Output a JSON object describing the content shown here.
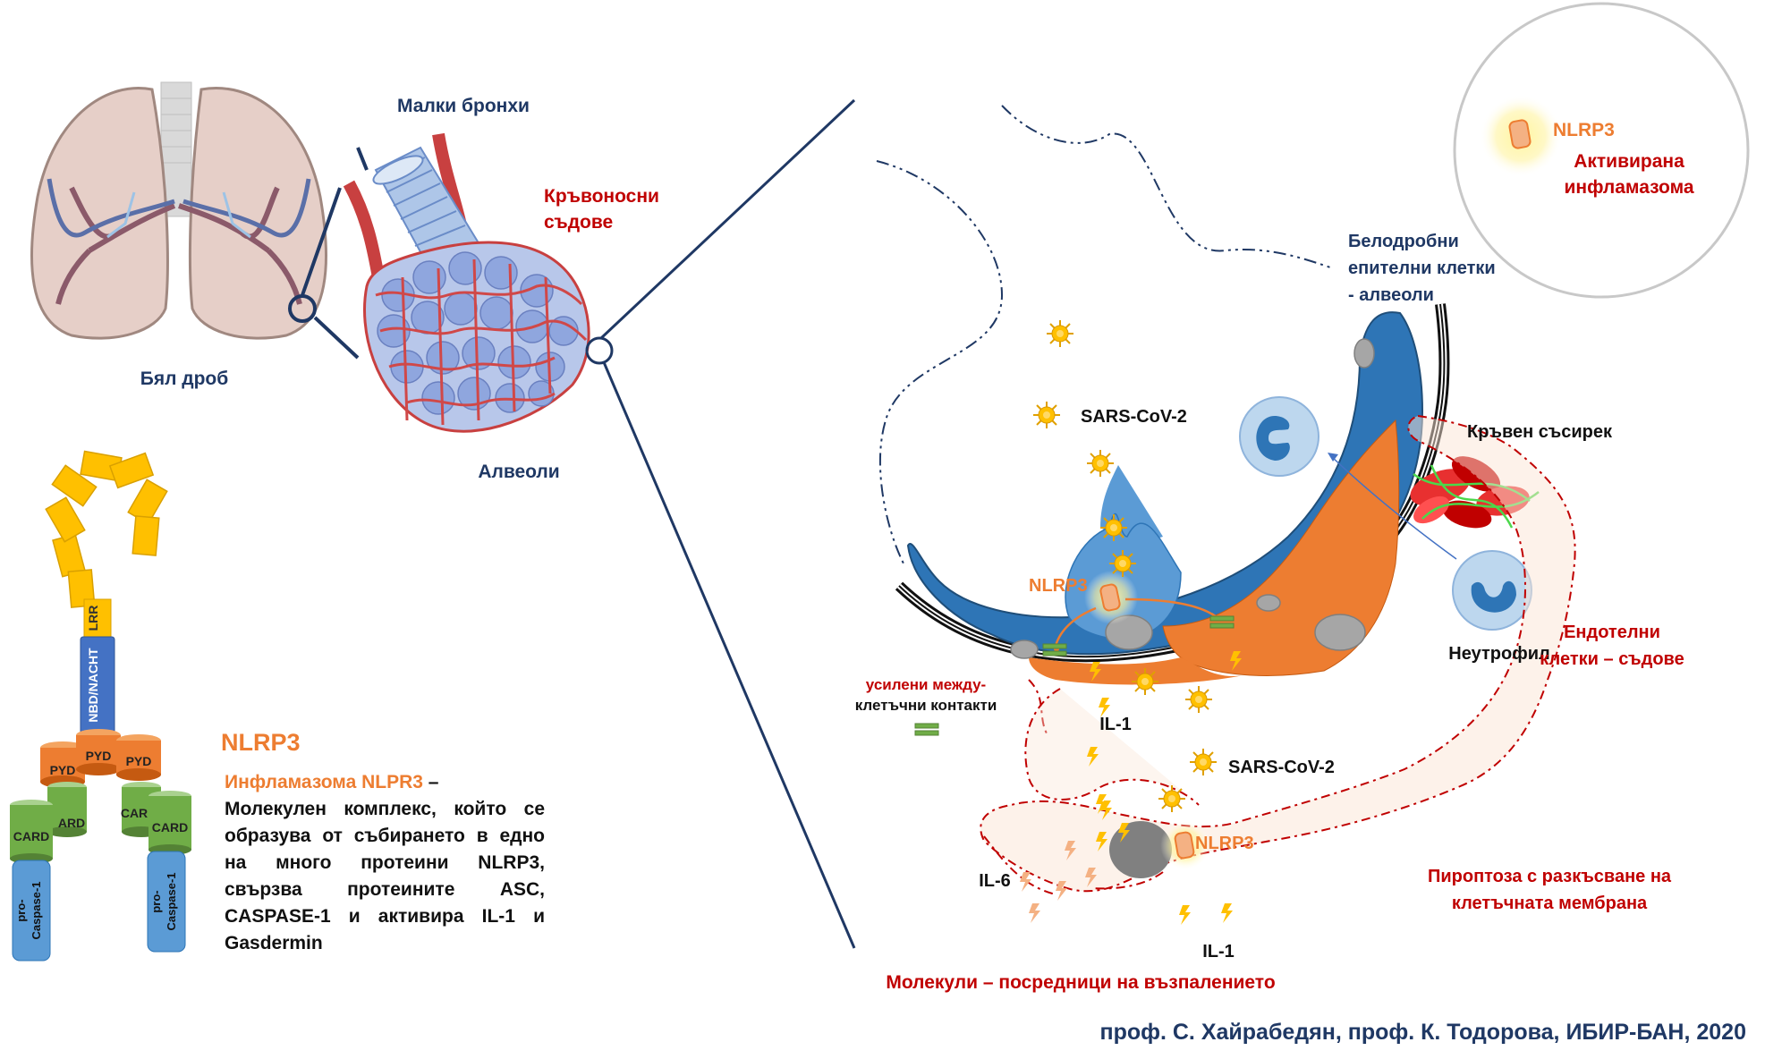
{
  "labels": {
    "lung": "Бял дроб",
    "bronchi": "Малки бронхи",
    "vessels": [
      "Кръвоносни",
      "съдове"
    ],
    "alveoli": "Алвеоли",
    "epithelial": [
      "Белодробни",
      "епителни клетки",
      "- алвеоли"
    ],
    "activated_nlrp3": "NLRP3",
    "activated_inflammasome": [
      "Активирана",
      "инфламазома"
    ],
    "sars_1": "SARS-CoV-2",
    "sars_2": "SARS-CoV-2",
    "clot": "Кръвен съсирек",
    "neutrophil": "Неутрофил",
    "endothelial": [
      "Ендотелни",
      "клетки – съдове"
    ],
    "nlrp3_cell": "NLRP3",
    "nlrp3_lower": "NLRP3",
    "contacts": [
      "усилени между-",
      "клетъчни контакти"
    ],
    "il1_upper": "IL-1",
    "il1_lower": "IL-1",
    "il6": "IL-6",
    "pyroptosis": [
      "Пироптоза с разкъсване на",
      "клетъчната мембрана"
    ],
    "mediators": "Молекули – посредници на възпалението",
    "credits": "проф. С. Хайрабедян, проф. К. Тодорова, ИБИР-БАН, 2020"
  },
  "protein": {
    "lrr": "LRR",
    "nbd": "NBD/NACHT",
    "pyd": "PYD",
    "card": "CARD",
    "car": "CAR",
    "ard": "ARD",
    "procasp_a": "pro-",
    "procasp_b": "Caspase-1"
  },
  "legend": {
    "title": "NLRP3",
    "subtitle": "Инфламазома NLPR3",
    "dash": " –",
    "body": "Молекулен комплекс, който се образува от събирането в едно на много протеини NLRP3, свързва протеините ASC, CASPASE-1 и активира IL-1 и Gasdermin"
  },
  "colors": {
    "navy": "#1f3864",
    "red": "#c00000",
    "orange": "#ed7d31",
    "epithelium_blue": "#2e75b6",
    "virus_yellow": "#ffc000",
    "protein_yellow": "#ffc000",
    "protein_blue": "#4472c4",
    "protein_green": "#70ad47",
    "protein_cyan": "#5b9bd5"
  }
}
